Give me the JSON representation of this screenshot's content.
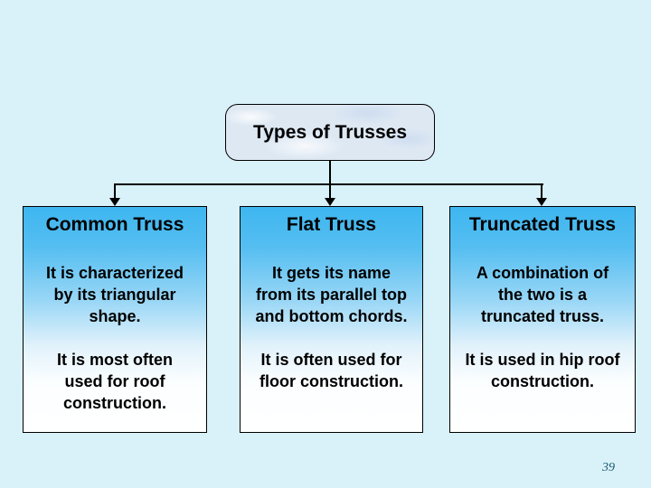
{
  "slide": {
    "title": "Types of Trusses",
    "page_number": "39",
    "columns": [
      {
        "heading": "Common Truss",
        "para1": "It is characterized\nby its triangular\nshape.",
        "para2": "It is most often\nused for roof\nconstruction."
      },
      {
        "heading": "Flat Truss",
        "para1": "It gets its name\nfrom its parallel top\nand bottom chords.",
        "para2": "It is often used for\nfloor construction."
      },
      {
        "heading": "Truncated Truss",
        "para1": "A combination of\nthe two is a\ntruncated truss.",
        "para2": "It is used in hip roof\nconstruction."
      }
    ],
    "colors": {
      "slide_background": "#d9f1f8",
      "box_gradient_top": "#3eb6f0",
      "box_gradient_bottom": "#ffffff",
      "title_box_fill": "#dde8f3",
      "outline": "#000000",
      "page_number": "#1b5a71"
    }
  }
}
